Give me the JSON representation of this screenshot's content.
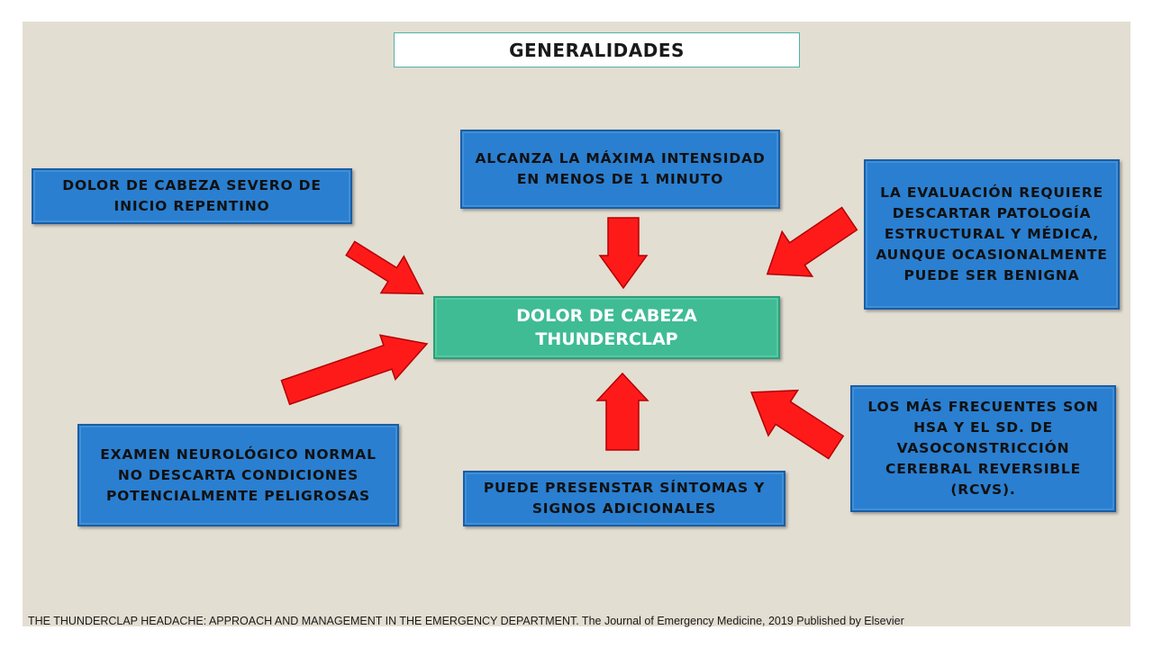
{
  "title": "GENERALIDADES",
  "center": "DOLOR DE CABEZA THUNDERCLAP",
  "boxes": {
    "top_left": "DOLOR DE CABEZA SEVERO DE INICIO REPENTINO",
    "top_center": "ALCANZA LA MÁXIMA INTENSIDAD EN MENOS DE 1 MINUTO",
    "top_right": "LA EVALUACIÓN REQUIERE DESCARTAR PATOLOGÍA ESTRUCTURAL Y MÉDICA, AUNQUE OCASIONALMENTE PUEDE SER BENIGNA",
    "bottom_left": "EXAMEN NEUROLÓGICO NORMAL NO DESCARTA CONDICIONES POTENCIALMENTE PELIGROSAS",
    "bottom_center": "PUEDE PRESENSTAR SÍNTOMAS Y SIGNOS ADICIONALES",
    "bottom_right": "LOS MÁS FRECUENTES SON HSA Y EL SD. DE VASOCONSTRICCIÓN CEREBRAL REVERSIBLE (RCVS)."
  },
  "citation": "THE THUNDERCLAP HEADACHE: APPROACH AND MANAGEMENT IN THE EMERGENCY DEPARTMENT. The Journal of Emergency Medicine, 2019 Published by Elsevier",
  "colors": {
    "background": "#e3ded2",
    "box_fill": "#2a7fd0",
    "center_fill": "#3fbc94",
    "arrow_fill": "#ff1a1a",
    "arrow_stroke": "#b50000"
  }
}
